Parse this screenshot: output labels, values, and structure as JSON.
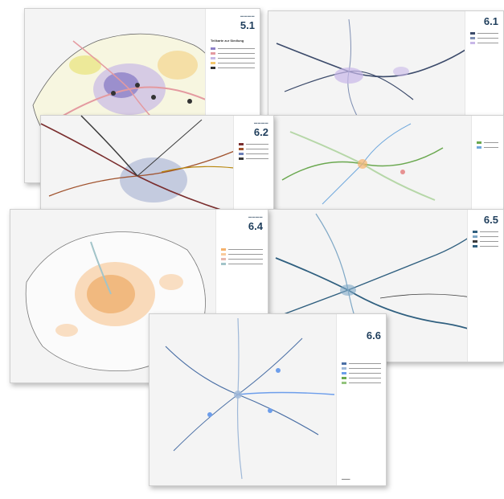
{
  "sheets": [
    {
      "id": "s51",
      "number": "5.1",
      "title": "Teilkarte zur Siedlung",
      "palette": [
        "#b5aee0",
        "#e8e47a",
        "#f4c76b",
        "#e49aa0"
      ],
      "has_header": true
    },
    {
      "id": "s61",
      "number": "6.1",
      "title": "",
      "palette": [
        "#3b4a6a",
        "#7f8fb3",
        "#c8b7e8"
      ],
      "has_header": false
    },
    {
      "id": "s62",
      "number": "6.2",
      "title": "",
      "palette": [
        "#7a2e2e",
        "#a0522d",
        "#6b7fb8",
        "#3a3a3a"
      ],
      "has_header": true
    },
    {
      "id": "s63",
      "number": "",
      "title": "",
      "palette": [
        "#6aa84f",
        "#b6d7a8",
        "#6fa8dc",
        "#f6b26b"
      ],
      "has_header": false
    },
    {
      "id": "s64",
      "number": "6.4",
      "title": "",
      "palette": [
        "#f6b26b",
        "#f9cb9c",
        "#e6b8af",
        "#a2c4c9"
      ],
      "has_header": true
    },
    {
      "id": "s65",
      "number": "6.5",
      "title": "",
      "palette": [
        "#2f5f7f",
        "#7fa8c6",
        "#3b3b3b"
      ],
      "has_header": false
    },
    {
      "id": "s66",
      "number": "6.6",
      "title": "",
      "palette": [
        "#4a6fa5",
        "#9fb8d8",
        "#6d9eeb"
      ],
      "has_header": true
    }
  ],
  "colors": {
    "accent": "#1f3e5c",
    "relief": "#d9d9d9",
    "border": "#8a8a8a"
  }
}
